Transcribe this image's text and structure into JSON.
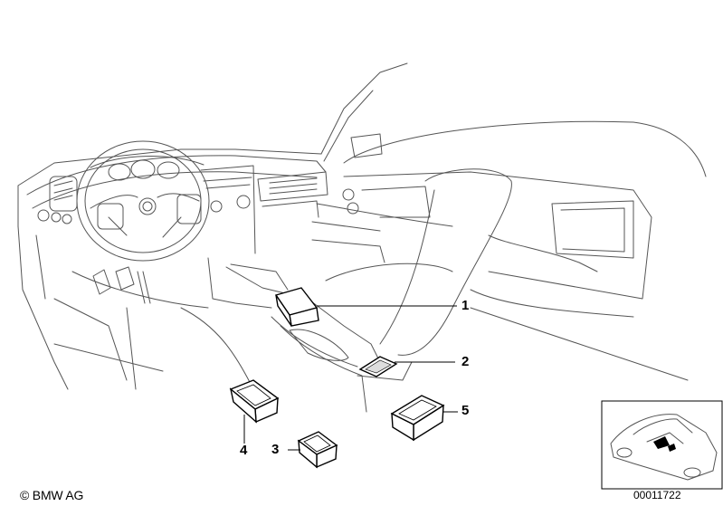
{
  "callouts": [
    "1",
    "2",
    "5",
    "4",
    "3"
  ],
  "copyright": "© BMW AG",
  "image_number": "00011722"
}
